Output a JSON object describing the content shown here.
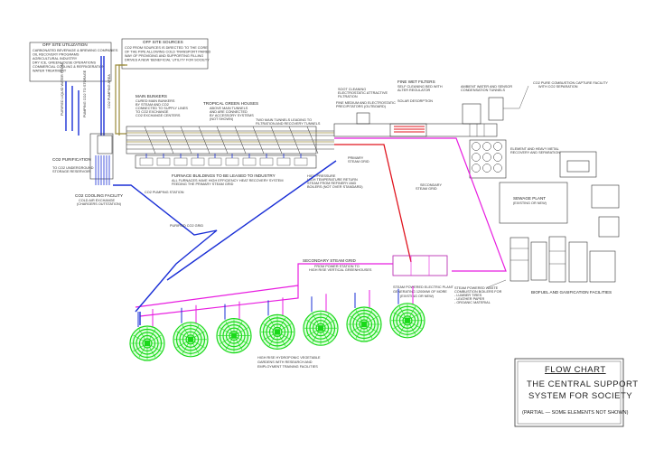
{
  "labels": {
    "off_site_utilization": "OFF SITE UTILIZATION",
    "off_site_utilization_body": [
      "CARBONATED BEVERAGE & BREWING COMPANIES",
      "OIL RECOVERY PROGRAMS",
      "AGRICULTURAL INDUSTRY",
      "DRY ICE, GREENHOUSE OPERATIONS",
      "COMMERCIAL COOLING & REFRIGERATION",
      "WATER TREATMENT"
    ],
    "off_site_sources": "OFF SITE SOURCES",
    "off_site_sources_body": [
      "CO2 FROM SOURCES IS DIRECTED TO THE CORE",
      "OF THE PIPE ALLOWING COLD TRANSPORT PAIRED",
      "WAY OF PROVIDING AND SUPPORTING FILLING",
      "DRIVES A NEW 'BENEFICIAL' UTILITY FOR SOCIETY"
    ],
    "main_bunkers": "MAIN BUNKERS",
    "main_bunkers_body": [
      "CURED MAIN BUNKERS",
      "BY STEAM AND CO2",
      "CONNECTED TO SUPPLY LINES",
      "TO CO2 EXCHANGE",
      "CO2 EXCHANGE CENTERS"
    ],
    "tropical_green_houses": "TROPICAL GREEN HOUSES",
    "tropical_body": [
      "ABOVE MAIN TUNNELS",
      "AND ARE CONNECTED",
      "BY ACCESSORY SYSTEMS",
      "(NOT SHOWN)"
    ],
    "two_main_tunnels": "TWO MAIN TUNNELS LEADING TO",
    "two_main_tunnels_2": "FILTRATION AND RECOVERY TUNNELS",
    "soot_cleaning": "SOOT CLEANING",
    "soot_body": [
      "ELECTROSTATIC ATTRACTIVE",
      "FILTRATION"
    ],
    "fine_wet_filters": "FINE WET FILTERS",
    "fine_wet_body": [
      "SELF CLEANING BED WITH",
      "ALTER REGULATOR"
    ],
    "metals_recovery": "FINE MEDIUM AND ELECTROSTATIC",
    "metals_recovery_2": "PRECIPITATORS (OUTBOARD)",
    "solar_desorption": "SOLAR DESORPTION",
    "ambient_water_sensor": "AMBIENT WATER AND SENSOR",
    "ambient_water_sensor_2": "CONDENSATION TUNNELS",
    "co2_capture": "CO2 PURE COMBUSTION CAPTURE FACILITY",
    "co2_capture_2": "WITH CO2 SEPARATION",
    "element_metal_recovery": "ELEMENT AND HEAVY METAL",
    "element_metal_recovery_2": "RECOVERY AND SEPARATION",
    "co2_purification": "CO2 PURIFICATION",
    "co2_storage": "TO CO2 UNDERGROUND",
    "co2_storage_2": "STORAGE RESERVOIR",
    "co2_cooling": "CO2 COOLING FACILITY",
    "co2_cooling_2": "COLD AIR EXCHANGE",
    "co2_cooling_3": "(CHARGERS OUTSTATION)",
    "co2_pumping": "CO2 PUMPING STATION",
    "furnace_buildings": "FURNACE BUILDINGS TO BE LEASED TO INDUSTRY",
    "furnace_body": [
      "ALL FURNACES HAVE HIGH EFFICIENCY HEAT RECOVERY SYSTEM",
      "FEEDING THE PRIMARY STEAM GRID"
    ],
    "high_pressure": "HIGH PRESSURE",
    "high_pressure_body": [
      "HIGH TEMPERATURE RETURN",
      "STEAM FROM REFINERY AND",
      "BOILERS (NOT OVER STANDARD)"
    ],
    "primary_steam": "PRIMARY",
    "primary_steam_2": "STEAM GRID",
    "secondary_steam_right": "SECONDARY",
    "secondary_steam_right_2": "STEAM GRID",
    "purified_co2_grid": "PURIFIED CO2 GRID",
    "sewage_plant": "SEWAGE PLANT",
    "sewage_plant_2": "(EXISTING OR NEW)",
    "secondary_steam_grid": "SECONDARY STEAM GRID",
    "secondary_steam_body": [
      "FROM POWER STATION TO",
      "HIGH RISE VERTICAL GREENHOUSES"
    ],
    "steam_power": "STEAM POWERED ELECTRIC PLANT",
    "steam_power_2": "GENERATING 1200MW OF MORE",
    "steam_power_3": "(EXISTING OR NEW)",
    "steam_waste": "STEAM POWERED WASTE",
    "steam_waste_body": [
      "COMBUSTION BOILERS FOR",
      "- LUMBER TIRES",
      "- LEATHER PAPER",
      "- ORGANIC MATERIAL"
    ],
    "biofuel": "BIOFUEL AND GASIFICATION FACILITIES",
    "high_rise": "HIGH RISE HYDROPONIC VEGETABLE",
    "high_rise_2": "GARDENS WITH RESEARCH AND",
    "high_rise_3": "EMPLOYMENT TRAINING FACILITIES",
    "left_vertical_1": "PURIFIED LIQUID WATER FROM",
    "left_vertical_2": "PUMPING CO2 TO STORAGE",
    "left_vertical_3": "CO2 PUMPING AREA"
  },
  "title_block": {
    "heading": "FLOW CHART",
    "line1": "THE CENTRAL SUPPORT",
    "line2": "SYSTEM FOR SOCIETY",
    "note": "(PARTIAL — SOME ELEMENTS NOT SHOWN)"
  },
  "colors": {
    "co2_pipe": "#1a2fd6",
    "primary_steam": "#e0141e",
    "secondary_steam": "#e81ee0",
    "supply": "#9a8a3a",
    "garden_green": "#19d919",
    "ink": "#333333"
  },
  "gardens_count": 7
}
